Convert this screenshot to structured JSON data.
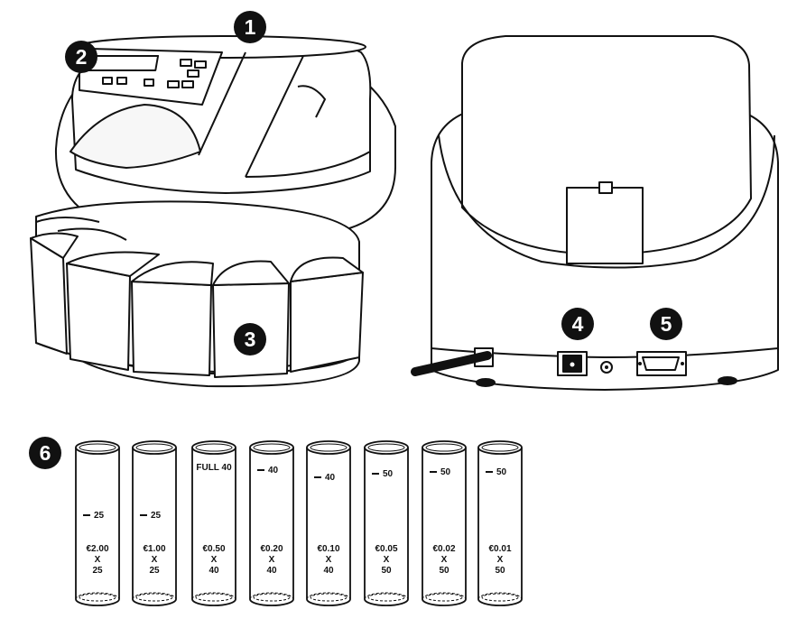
{
  "callouts": [
    {
      "label": "1"
    },
    {
      "label": "2"
    },
    {
      "label": "3"
    },
    {
      "label": "4"
    },
    {
      "label": "5"
    },
    {
      "label": "6"
    }
  ],
  "tubes": [
    {
      "fill_mark": "25",
      "value": "€2.00",
      "x": "X",
      "count": "25"
    },
    {
      "fill_mark": "25",
      "value": "€1.00",
      "x": "X",
      "count": "25"
    },
    {
      "fill_mark": "FULL 40",
      "value": "€0.50",
      "x": "X",
      "count": "40"
    },
    {
      "fill_mark": "40",
      "value": "€0.20",
      "x": "X",
      "count": "40"
    },
    {
      "fill_mark": "40",
      "value": "€0.10",
      "x": "X",
      "count": "40"
    },
    {
      "fill_mark": "50",
      "value": "€0.05",
      "x": "X",
      "count": "50"
    },
    {
      "fill_mark": "50",
      "value": "€0.02",
      "x": "X",
      "count": "50"
    },
    {
      "fill_mark": "50",
      "value": "€0.01",
      "x": "X",
      "count": "50"
    }
  ]
}
